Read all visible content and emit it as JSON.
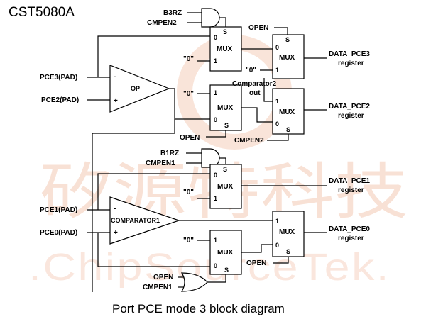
{
  "title": "CST5080A",
  "caption": "Port PCE mode 3 block diagram",
  "watermark": {
    "cjk": "矽源特科技",
    "latin": ".ChipSourceTek."
  },
  "pins": {
    "pce3": "PCE3(PAD)",
    "pce2": "PCE2(PAD)",
    "pce1": "PCE1(PAD)",
    "pce0": "PCE0(PAD)"
  },
  "amps": {
    "op": "OP",
    "comparator1": "COMPARATOR1",
    "minus": "-",
    "plus": "+"
  },
  "mux": {
    "label": "MUX",
    "in0": "0",
    "in1": "1",
    "sel": "S"
  },
  "gates": {
    "top_and": [
      "B3RZ",
      "CMPEN2"
    ],
    "mid_and": [
      "B1RZ",
      "CMPEN1"
    ],
    "bot_or": [
      "OPEN",
      "CMPEN1"
    ]
  },
  "signals": {
    "zero": "\"0\"",
    "open": "OPEN",
    "cmpen2": "CMPEN2",
    "comparator2_out": [
      "Comparator2",
      "out"
    ]
  },
  "outputs": [
    [
      "DATA_PCE3",
      "register"
    ],
    [
      "DATA_PCE2",
      "register"
    ],
    [
      "DATA_PCE1",
      "register"
    ],
    [
      "DATA_PCE0",
      "register"
    ]
  ]
}
